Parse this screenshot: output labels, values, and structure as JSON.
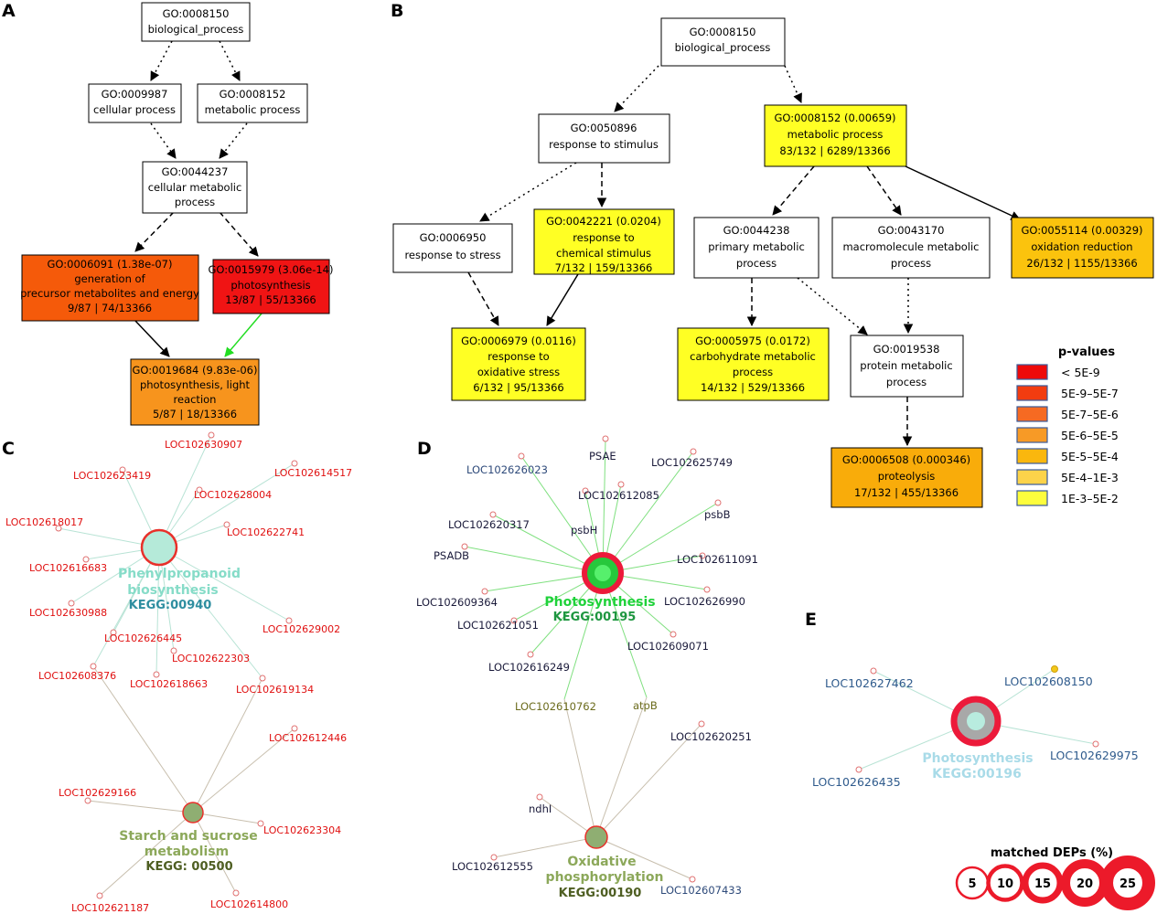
{
  "panels": {
    "a": "A",
    "b": "B",
    "c": "C",
    "d": "D",
    "e": "E"
  },
  "panel_a": {
    "nodes": [
      {
        "id": "GO:0008150",
        "lines": [
          "biological_process"
        ]
      },
      {
        "id": "GO:0009987",
        "lines": [
          "cellular process"
        ]
      },
      {
        "id": "GO:0008152",
        "lines": [
          "metabolic process"
        ]
      },
      {
        "id": "GO:0044237",
        "lines": [
          "cellular metabolic",
          "process"
        ]
      },
      {
        "id": "GO:0006091 (1.38e-07)",
        "lines": [
          "generation of",
          "precursor metabolites and energy",
          "9/87 | 74/13366"
        ],
        "fill": "#f55a0a"
      },
      {
        "id": "GO:0015979 (3.06e-14)",
        "lines": [
          "photosynthesis",
          "13/87 | 55/13366"
        ],
        "fill": "#f01414"
      },
      {
        "id": "GO:0019684 (9.83e-06)",
        "lines": [
          "photosynthesis, light",
          "reaction",
          "5/87 | 18/13366"
        ],
        "fill": "#f7941d"
      }
    ]
  },
  "panel_b": {
    "nodes": [
      {
        "id": "GO:0008150",
        "lines": [
          "biological_process"
        ]
      },
      {
        "id": "GO:0050896",
        "lines": [
          "response to stimulus"
        ]
      },
      {
        "id": "GO:0008152 (0.00659)",
        "lines": [
          "metabolic process",
          "83/132 | 6289/13366"
        ],
        "fill": "#ffff24"
      },
      {
        "id": "GO:0006950",
        "lines": [
          "response to stress"
        ]
      },
      {
        "id": "GO:0042221 (0.0204)",
        "lines": [
          "response to",
          "chemical stimulus",
          "7/132 | 159/13366"
        ],
        "fill": "#ffff24"
      },
      {
        "id": "GO:0044238",
        "lines": [
          "primary metabolic",
          "process"
        ]
      },
      {
        "id": "GO:0043170",
        "lines": [
          "macromolecule metabolic",
          "process"
        ]
      },
      {
        "id": "GO:0055114 (0.00329)",
        "lines": [
          "oxidation reduction",
          "26/132 | 1155/13366"
        ],
        "fill": "#fbc30d"
      },
      {
        "id": "GO:0006979 (0.0116)",
        "lines": [
          "response to",
          "oxidative stress",
          "6/132 | 95/13366"
        ],
        "fill": "#ffff24"
      },
      {
        "id": "GO:0005975 (0.0172)",
        "lines": [
          "carbohydrate metabolic",
          "process",
          "14/132 | 529/13366"
        ],
        "fill": "#ffff24"
      },
      {
        "id": "GO:0019538",
        "lines": [
          "protein metabolic",
          "process"
        ]
      },
      {
        "id": "GO:0006508 (0.000346)",
        "lines": [
          "proteolysis",
          "17/132 | 455/13366"
        ],
        "fill": "#f9ac0a"
      }
    ]
  },
  "legend": {
    "title": "p-values",
    "items": [
      {
        "label": "< 5E-9",
        "color": "#ee0a0a"
      },
      {
        "label": "5E-9–5E-7",
        "color": "#f23c10"
      },
      {
        "label": "5E-7–5E-6",
        "color": "#f66a22"
      },
      {
        "label": "5E-6–5E-5",
        "color": "#f79a26"
      },
      {
        "label": "5E-5–5E-4",
        "color": "#fab70e"
      },
      {
        "label": "5E-4–1E-3",
        "color": "#fcd34a"
      },
      {
        "label": "1E-3–5E-2",
        "color": "#fdfd3c"
      }
    ]
  },
  "panel_c": {
    "hub1": {
      "name": [
        "Phenylpropanoid",
        "biosynthesis"
      ],
      "code": "KEGG:00940"
    },
    "hub2": {
      "name": [
        "Starch and sucrose",
        "metabolism"
      ],
      "code": "KEGG: 00500"
    },
    "genes": [
      "LOC102630907",
      "LOC102623419",
      "LOC102614517",
      "LOC102628004",
      "LOC102618017",
      "LOC102622741",
      "LOC102616683",
      "LOC102630988",
      "LOC102629002",
      "LOC102626445",
      "LOC102622303",
      "LOC102608376",
      "LOC102618663",
      "LOC102619134",
      "LOC102612446",
      "LOC102629166",
      "LOC102623304",
      "LOC102621187",
      "LOC102614800"
    ]
  },
  "panel_d": {
    "hub1": {
      "name": [
        "Photosynthesis"
      ],
      "code": "KEGG:00195"
    },
    "hub2": {
      "name": [
        "Oxidative",
        "phosphorylation"
      ],
      "code": "KEGG:00190"
    },
    "genes": [
      "PSAE",
      "LOC102626023",
      "LOC102625749",
      "LOC102612085",
      "LOC102620317",
      "psbH",
      "psbB",
      "PSADB",
      "LOC102611091",
      "LOC102609364",
      "LOC102626990",
      "LOC102621051",
      "LOC102609071",
      "LOC102616249",
      "LOC102610762",
      "atpB",
      "LOC102620251",
      "ndhI",
      "LOC102612555",
      "LOC102607433"
    ]
  },
  "panel_e": {
    "hub": {
      "name": [
        "Photosynthesis"
      ],
      "code": "KEGG:00196"
    },
    "genes": [
      "LOC102608150",
      "LOC102627462",
      "LOC102629975",
      "LOC102626435"
    ]
  },
  "size_legend": {
    "title": "matched DEPs (%)",
    "values": [
      "5",
      "10",
      "15",
      "20",
      "25"
    ]
  }
}
